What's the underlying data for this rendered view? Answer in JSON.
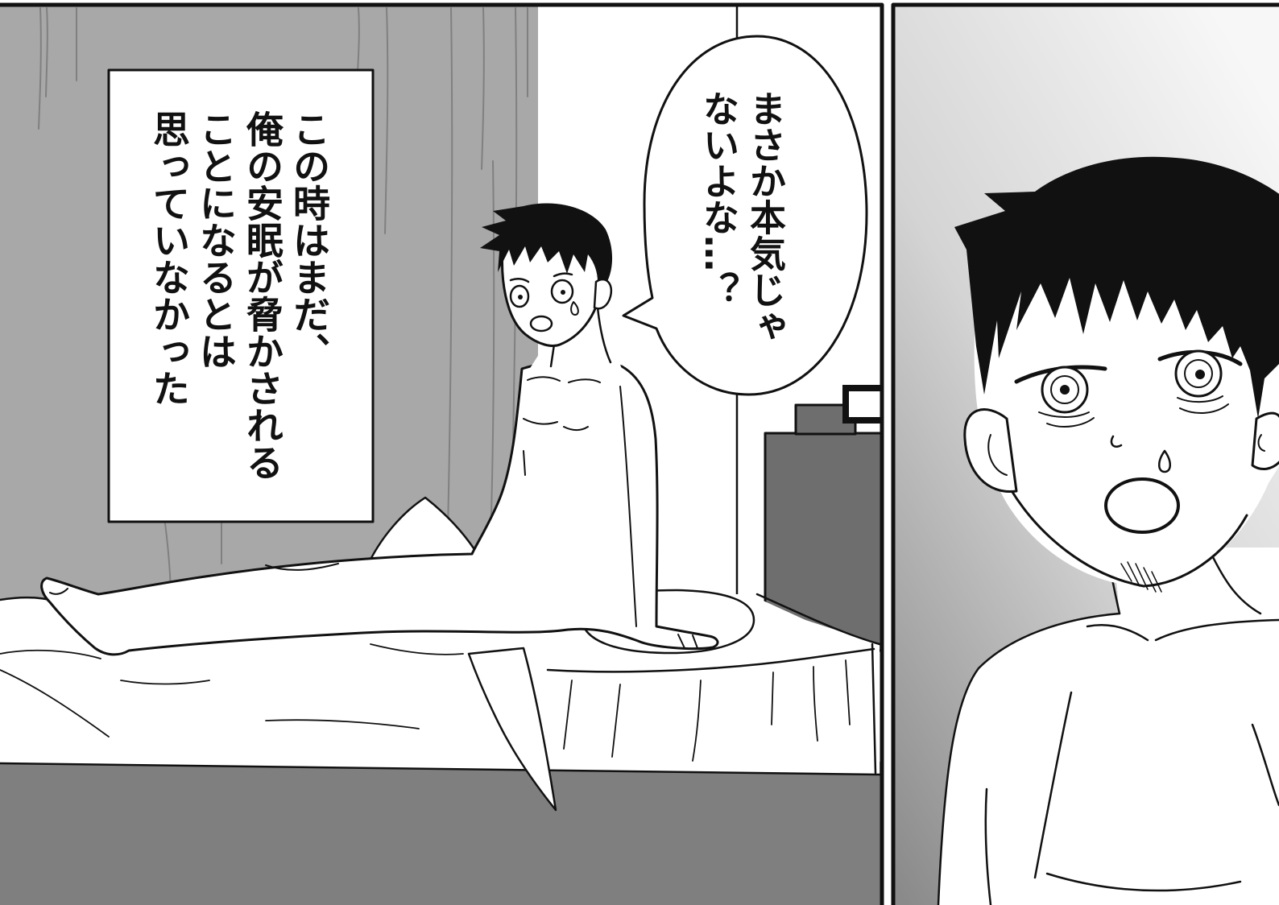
{
  "narration": {
    "lines": [
      "この時はまだ、",
      "俺の安眠が脅かされる",
      "ことになるとは",
      "思っていなかった"
    ]
  },
  "speech_bubble": {
    "lines": [
      "まさか本気じゃ",
      "ないよな…？"
    ]
  },
  "colors": {
    "ink": "#111111",
    "paper": "#ffffff",
    "curtain": "#a8a8a8",
    "curtain_fold": "#808080",
    "furniture": "#6e6e6e",
    "floor": "#7f7f7f",
    "closeup_bg_top": "#f7f7f7",
    "closeup_bg_mid": "#d4d4d4",
    "closeup_bg_bottom": "#8a8a8a"
  }
}
